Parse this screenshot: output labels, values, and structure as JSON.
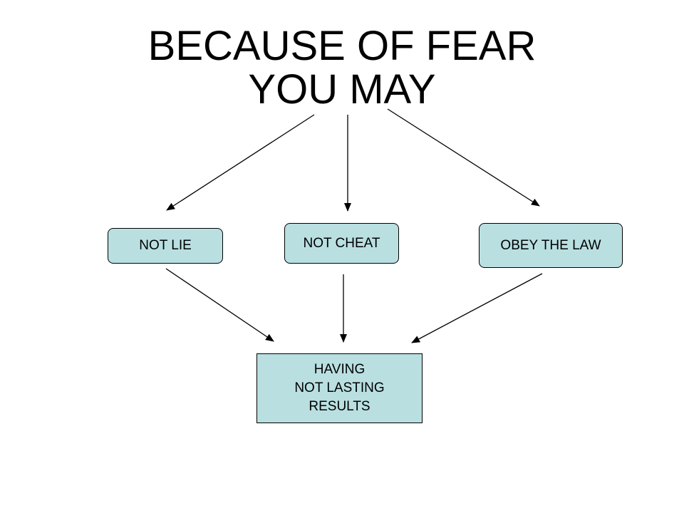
{
  "title": {
    "line1": "BECAUSE OF FEAR",
    "line2": "YOU MAY"
  },
  "nodes": {
    "not_lie": "NOT LIE",
    "not_cheat": "NOT CHEAT",
    "obey_the_law": "OBEY THE LAW",
    "result": {
      "line1": "HAVING",
      "line2": "NOT LASTING",
      "line3": "RESULTS"
    }
  },
  "colors": {
    "box_fill": "#b9dfe1",
    "stroke": "#000000"
  }
}
